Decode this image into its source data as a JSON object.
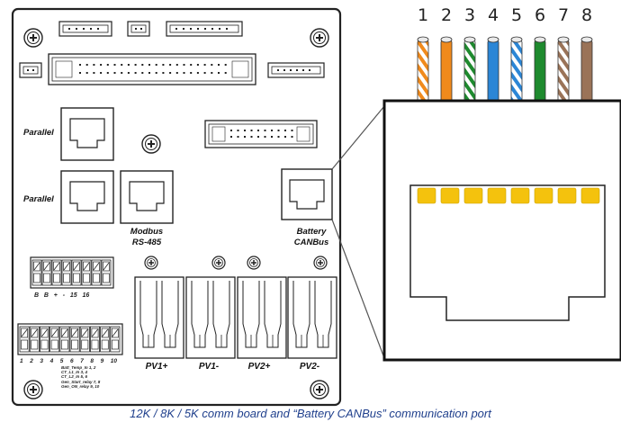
{
  "pin_numbers": [
    "1",
    "2",
    "3",
    "4",
    "5",
    "6",
    "7",
    "8"
  ],
  "wire_colors": [
    {
      "stripe": "#f08a1c",
      "base": "#ffffff"
    },
    {
      "stripe": "#f08a1c",
      "base": "#f08a1c"
    },
    {
      "stripe": "#1e8a2e",
      "base": "#ffffff"
    },
    {
      "stripe": "#2b86d6",
      "base": "#2b86d6"
    },
    {
      "stripe": "#2b86d6",
      "base": "#ffffff"
    },
    {
      "stripe": "#1e8a2e",
      "base": "#1e8a2e"
    },
    {
      "stripe": "#9a7358",
      "base": "#ffffff"
    },
    {
      "stripe": "#9a7358",
      "base": "#9a7358"
    }
  ],
  "labels": {
    "parallel_1": "Parallel",
    "parallel_2": "Parallel",
    "modbus_1": "Modbus",
    "modbus_2": "RS-485",
    "battery_1": "Battery",
    "battery_2": "CANBus",
    "pv1_plus": "PV1+",
    "pv1_minus": "PV1-",
    "pv2_plus": "PV2+",
    "pv2_minus": "PV2-"
  },
  "terminal_block_1_labels": "B   B   +   -   15   16",
  "terminal_block_2_labels": [
    "1",
    "2",
    "3",
    "4",
    "5",
    "6",
    "7",
    "8",
    "9",
    "10"
  ],
  "terminal_notes": [
    "Batt_Temp_In 1, 2",
    "CT_L1_In 3, 4",
    "CT_L2_In 5, 6",
    "Gen_Start_relay 7, 8",
    "Gen_ON_relay 9, 10"
  ],
  "caption": "12K / 8K / 5K  comm board and “Battery CANBus” communication port",
  "colors": {
    "pin_yellow": "#f4c20d",
    "caption": "#1f3f8c"
  }
}
